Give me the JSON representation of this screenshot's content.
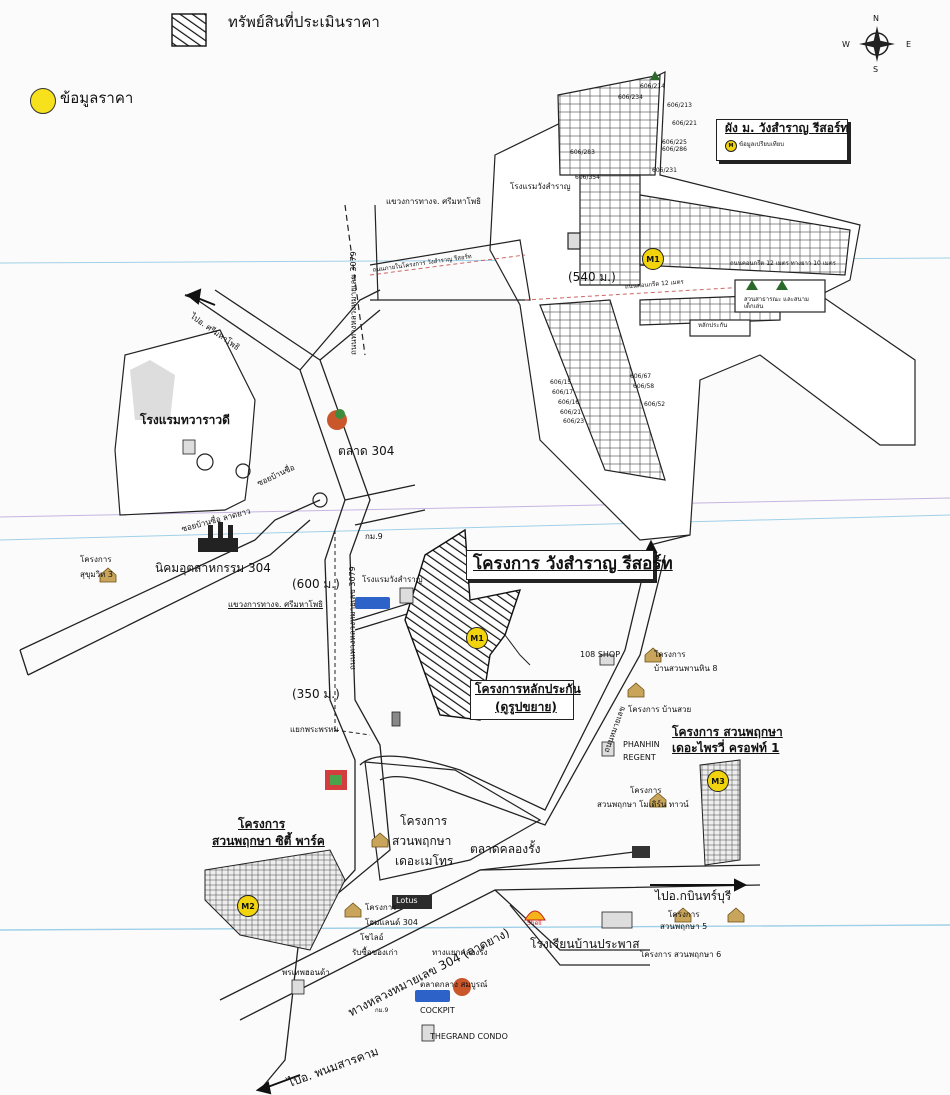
{
  "legend": {
    "hatch_label": "ทรัพย์สินที่ประเมินราคา",
    "dot_label": "ข้อมูลราคา"
  },
  "compass": {
    "n": "N",
    "s": "S",
    "e": "E",
    "w": "W"
  },
  "inset": {
    "title": "ผัง ม. วังสำราญ รีสอร์ท",
    "marker_note": "ข้อมูลเปรียบเทียบ",
    "marker_m1": "M1",
    "distance": "(540 ม.)",
    "hotel": "โรงแรมวังสำราญ",
    "road_top": "แขวงการทางจ. ศรีมหาโพธิ",
    "road_vertical": "ถนนทางหลวงหมายเลข 3079",
    "road_diag": "ถนนภายในโครงการ วังสำราญ รีสอร์ท",
    "road_inner": "ถนนคอนกรีต 12 เมตร",
    "road_inner2": "ถนนคอนกรีต 12 เมตร ทางยาว 10 เมตร",
    "park": "สวนสาธารณะ และสนามเด็กเล่น",
    "guarantee_box": "หลักประกัน",
    "lots_top": [
      "606/214",
      "606/234",
      "606/213",
      "606/221",
      "606/225",
      "606/286",
      "606/231",
      "606/283",
      "606/354"
    ],
    "lots_bottom": [
      "606/67",
      "606/15",
      "606/58",
      "606/17",
      "606/16",
      "606/52",
      "606/21",
      "606/23"
    ]
  },
  "main": {
    "project_title": "โครงการ วังสำราญ รีสอร์ท",
    "guarantee_line1": "โครงการหลักประกัน",
    "guarantee_line2": "(ดูรูปขยาย)",
    "m1": "M1",
    "m2": "M2",
    "m3": "M3",
    "to_srimahaphot": "ไปอ. ศรีมหาโพธิ",
    "hotel_thawarawadee": "โรงแรมทวาราวดี",
    "soi_1": "ซอยบ้านซื่อ",
    "soi_2": "ซอยบ้านซื่อ ลาดยาว",
    "market_304": "ตลาด 304",
    "km9": "กม.9",
    "hotel_wangsamran": "โรงแรมวังสำราญ",
    "dist_600": "(600 ม.)",
    "highway_dept": "แขวงการทางจ. ศรีมหาโพธิ",
    "road_3079": "ถนนทางหลวงหมายเลข 3079",
    "project_sukhumvit_1": "โครงการ",
    "project_sukhumvit_2": "สุขุมวิท 3",
    "industrial": "นิคมอุตสาหกรรม 304",
    "dist_350": "(350 ม.)",
    "intersection": "แยกพระพรหม",
    "shop_108": "108 SHOP",
    "ban_suan_1": "โครงการ",
    "ban_suan_2": "บ้านสวนพานหิน 8",
    "ban_suay": "โครงการ บ้านสวย",
    "suan_tree_1": "โครงการ สวนพฤกษา",
    "suan_tree_2": "เดอะไพรวี่ ครอฟท์ 1",
    "phanhin_1": "PHANHIN",
    "phanhin_2": "REGENT",
    "suan_modern_1": "โครงการ",
    "suan_modern_2": "สวนพฤกษา โมเดิร์น ทาวน์",
    "road_right": "ถนนหมายเลข",
    "city_park_1": "โครงการ",
    "city_park_2": "สวนพฤกษา ซิตี้ พาร์ค",
    "metro_1": "โครงการ",
    "metro_2": "สวนพฤกษา",
    "metro_3": "เดอะเมโทร",
    "market_khlongrang": "ตลาดคลองรั้ง",
    "lotus": "Lotus",
    "to_kabin": "ไปอ.กบินทร์บุรี",
    "suan_5_1": "โครงการ",
    "suan_5_2": "สวนพฤกษา 5",
    "suan_6": "โครงการ สวนพฤกษา 6",
    "school": "โรงเรียนบ้านประพาส",
    "shell": "Shell",
    "home_1": "โครงการ",
    "home_2": "โฮมแลนด์ 304",
    "home_3": "โชไลอ์",
    "buy_sell": "รับซื้อของเก่า",
    "highway_304": "ทางหลวงหมายเลข 304 (ลาดยาง)",
    "trade_khlongrang": "ทางแยกคลองรั้ง",
    "phrathep": "พรเทพฮอนด้า",
    "market_somboon": "ตลาดกลาง สมบูรณ์",
    "km_small": "กม.9",
    "cockpit": "COCKPIT",
    "grand_condo": "THEGRAND CONDO",
    "to_phanom": "ไปอ. พนมสารคาม"
  },
  "colors": {
    "marker_yellow": "#f2d40e",
    "road_stroke": "#222222",
    "scan_line": "#9fd0e8",
    "scan_line2": "#c4b5e0"
  }
}
